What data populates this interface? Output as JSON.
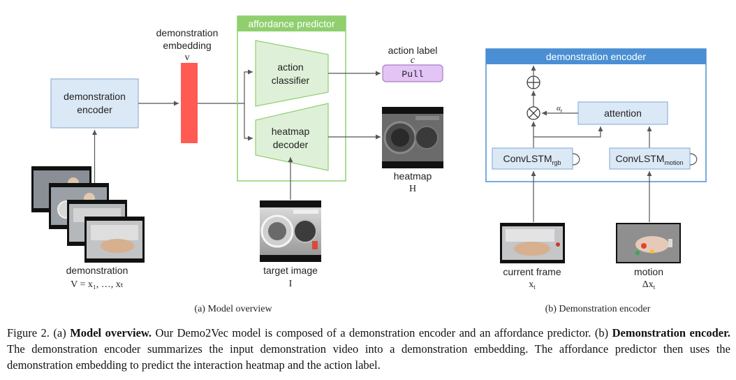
{
  "model_overview": {
    "demo_encoder_label": [
      "demonstration",
      "encoder"
    ],
    "embedding_label": [
      "demonstration",
      "embedding"
    ],
    "embedding_symbol": "v",
    "predictor_title": "affordance predictor",
    "classifier_label": [
      "action",
      "classifier"
    ],
    "decoder_label": [
      "heatmap",
      "decoder"
    ],
    "action_label_title": "action label",
    "action_label_symbol": "c",
    "action_value": "Pull",
    "heatmap_label": "heatmap",
    "heatmap_symbol": "H",
    "target_label": "target image",
    "target_symbol": "I",
    "demo_label": "demonstration",
    "demo_formula": "V = x₁, …, xₜ",
    "subcaption": "(a) Model overview"
  },
  "demo_encoder": {
    "title": "demonstration encoder",
    "oplus": "⊕",
    "otimes": "⊗",
    "alpha": "α",
    "alpha_sub": "t",
    "attention": "attention",
    "convlstm_rgb": "ConvLSTM",
    "convlstm_rgb_sub": "rgb",
    "convlstm_motion": "ConvLSTM",
    "convlstm_motion_sub": "motion",
    "current_frame_label": "current frame",
    "current_frame_symbol": "x",
    "current_frame_sub": "t",
    "motion_label": "motion",
    "motion_symbol": "Δx",
    "motion_sub": "t",
    "subcaption": "(b) Demonstration encoder"
  },
  "caption": {
    "prefix": "Figure 2. (a) ",
    "bold1": "Model overview.",
    "text1": " Our Demo2Vec model is composed of a demonstration encoder and an affordance predictor. (b) ",
    "bold2": "Demonstration encoder.",
    "text2": " The demonstration encoder summarizes the input demonstration video into a demonstration embedding. The affordance predictor then uses the demonstration embedding to predict the interaction heatmap and the action label."
  },
  "colors": {
    "encoder_fill": "#dbe8f5",
    "encoder_stroke": "#8fb3d9",
    "embedding_red": "#ff5b52",
    "predictor_green": "#8fcf6e",
    "trapezoid_fill": "#dff0d8",
    "action_purple": "#e3c4f5",
    "header_blue": "#4a8fd4"
  }
}
